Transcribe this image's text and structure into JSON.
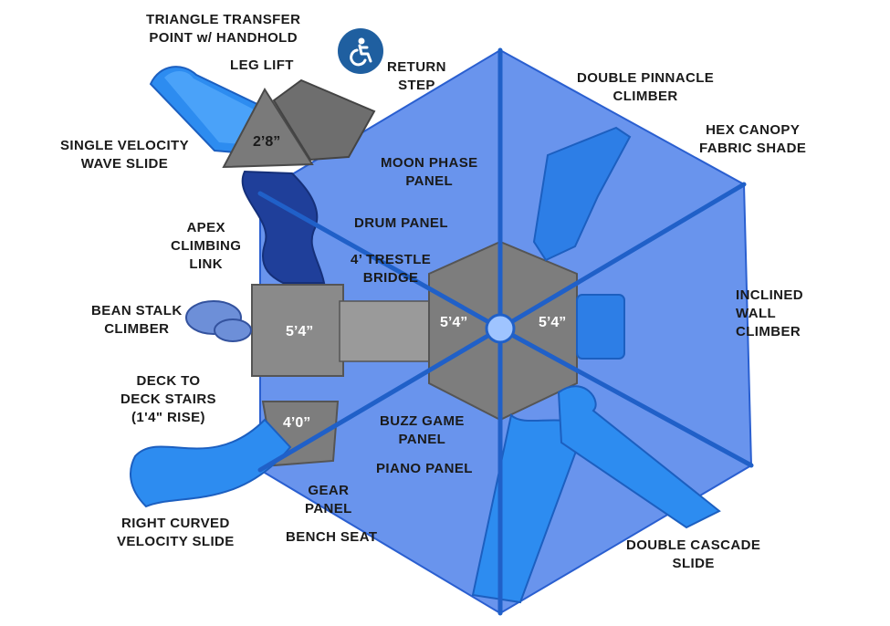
{
  "colors": {
    "canopy": "#2f6be6",
    "slide_light": "#2d8cf0",
    "slide_dark": "#1f3f9a",
    "deck_gray": "#7a7a7a",
    "label_text": "#1a1a1a",
    "accessibility_badge": "#1f5fa0"
  },
  "icons": {
    "accessibility": "wheelchair-accessible-icon"
  },
  "labels": {
    "triangle_transfer": "TRIANGLE  TRANSFER\nPOINT w/ HANDHOLD",
    "leg_lift": "LEG LIFT",
    "return_step": "RETURN\nSTEP",
    "double_pinnacle": "DOUBLE PINNACLE\nCLIMBER",
    "hex_canopy": "HEX CANOPY\nFABRIC SHADE",
    "single_velocity": "SINGLE VELOCITY\nWAVE SLIDE",
    "moon_phase": "MOON PHASE\nPANEL",
    "drum_panel": "DRUM PANEL",
    "apex_climbing": "APEX\nCLIMBING\nLINK",
    "trestle_bridge": "4’ TRESTLE\nBRIDGE",
    "inclined_wall": "INCLINED\nWALL\nCLIMBER",
    "bean_stalk": "BEAN STALK\nCLIMBER",
    "deck_stairs": "DECK TO\nDECK STAIRS\n(1'4\" RISE)",
    "buzz_game": "BUZZ GAME\nPANEL",
    "piano_panel": "PIANO PANEL",
    "gear_panel": "GEAR\nPANEL",
    "right_curved": "RIGHT CURVED\nVELOCITY SLIDE",
    "bench_seat": "BENCH SEAT",
    "double_cascade": "DOUBLE CASCADE\nSLIDE"
  },
  "dimensions": {
    "triangle_deck": "2’8”",
    "left_deck": "5’4”",
    "hex_deck": "5’4”",
    "right_deck": "5’4”",
    "lower_deck": "4’0”"
  }
}
